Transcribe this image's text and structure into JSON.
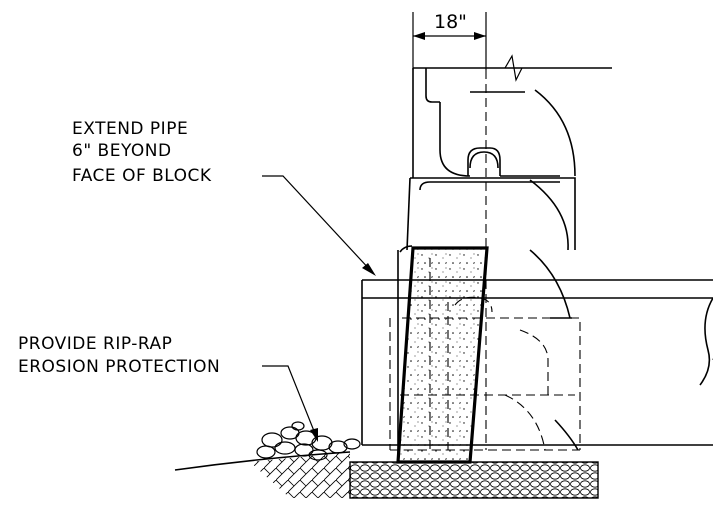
{
  "dimension": {
    "text": "18\""
  },
  "labels": {
    "extend_pipe": [
      "EXTEND PIPE",
      "6\" BEYOND",
      "FACE OF BLOCK"
    ],
    "riprap": [
      "PROVIDE RIP-RAP",
      "EROSION PROTECTION"
    ]
  }
}
